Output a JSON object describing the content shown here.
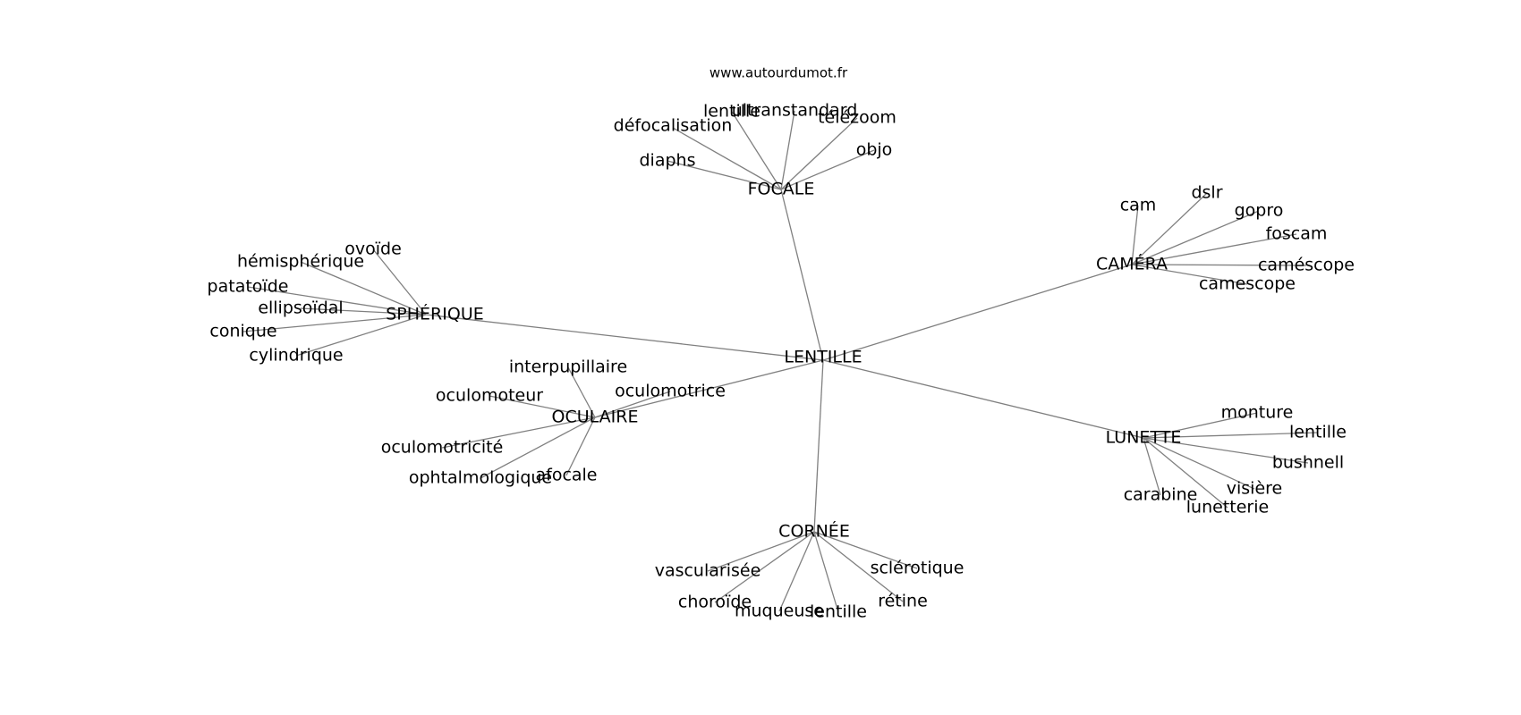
{
  "source_label": "www.autourdumot.fr",
  "edge_color": "#808080",
  "center": {
    "id": "lentille-center",
    "label": "LENTILLE"
  },
  "hubs": [
    {
      "id": "focale",
      "label": "FOCALE",
      "words": [
        "défocalisation",
        "lentille",
        "ultranstandard",
        "télézoom",
        "diaphs",
        "objo"
      ]
    },
    {
      "id": "spherique",
      "label": "SPHÉRIQUE",
      "words": [
        "ovoïde",
        "hémisphérique",
        "patatoïde",
        "ellipsoïdal",
        "conique",
        "cylindrique"
      ]
    },
    {
      "id": "camera",
      "label": "CAMÉRA",
      "words": [
        "cam",
        "dslr",
        "gopro",
        "foscam",
        "caméscope",
        "camescope"
      ]
    },
    {
      "id": "oculaire",
      "label": "OCULAIRE",
      "words": [
        "interpupillaire",
        "oculomoteur",
        "oculomotrice",
        "oculomotricité",
        "ophtalmologique",
        "afocale"
      ]
    },
    {
      "id": "lunette",
      "label": "LUNETTE",
      "words": [
        "monture",
        "lentille",
        "bushnell",
        "visière",
        "carabine",
        "lunetterie"
      ]
    },
    {
      "id": "cornee",
      "label": "CORNÉE",
      "words": [
        "vascularisée",
        "sclérotique",
        "choroïde",
        "rétine",
        "muqueuse",
        "lentille"
      ]
    }
  ]
}
